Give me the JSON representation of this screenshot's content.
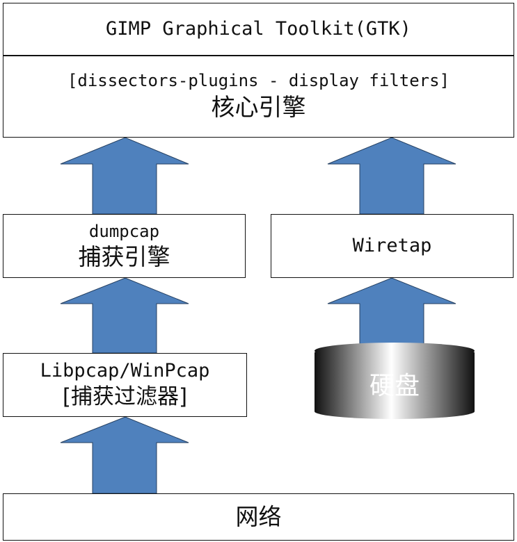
{
  "diagram": {
    "gtk_box": {
      "label": "GIMP Graphical Toolkit(GTK)"
    },
    "core_box": {
      "label_top": "[dissectors-plugins - display filters]",
      "label_bottom": "核心引擎"
    },
    "dumpcap_box": {
      "label_top": "dumpcap",
      "label_bottom": "捕获引擎"
    },
    "wiretap_box": {
      "label": "Wiretap"
    },
    "libpcap_box": {
      "label_top": "Libpcap/WinPcap",
      "label_bottom": "[捕获过滤器]"
    },
    "disk": {
      "label": "硬盘"
    },
    "network_box": {
      "label": "网络"
    }
  },
  "colors": {
    "arrow_fill": "#4f81bd",
    "arrow_stroke": "#243f60",
    "box_border": "#111111",
    "disk_dark": "#111111",
    "disk_light": "#ffffff"
  }
}
